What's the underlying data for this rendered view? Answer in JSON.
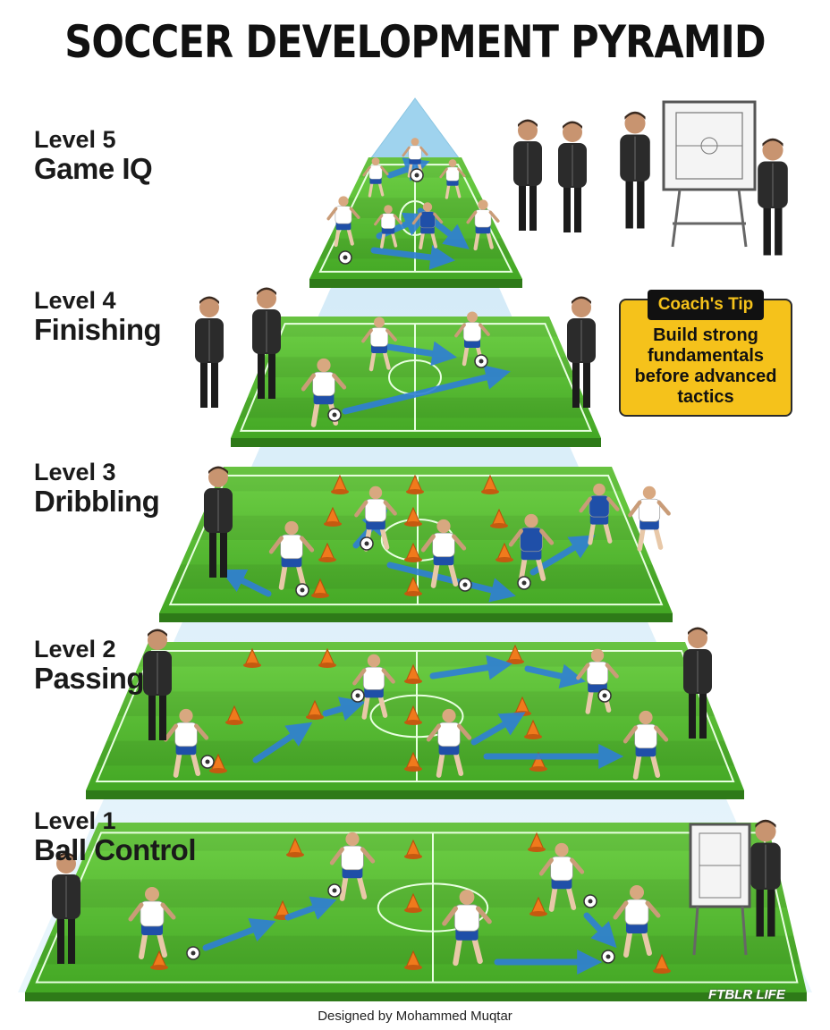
{
  "title": "SOCCER DEVELOPMENT PYRAMID",
  "levels": [
    {
      "number": "Level 5",
      "name": "Game IQ"
    },
    {
      "number": "Level 4",
      "name": "Finishing"
    },
    {
      "number": "Level 3",
      "name": "Dribbling"
    },
    {
      "number": "Level 2",
      "name": "Passing"
    },
    {
      "number": "Level 1",
      "name": "Ball Control"
    }
  ],
  "tip": {
    "heading": "Coach's Tip",
    "body": "Build strong fundamentals before advanced tactics"
  },
  "credit": "Designed by Mohammed Muqtar",
  "watermark": "FTBLR LIFE",
  "colors": {
    "pitch_light": "#5fc63a",
    "pitch_dark": "#3f9e22",
    "arrow": "#2f7fd6",
    "cone": "#f07a1c",
    "kit_white": "#ffffff",
    "kit_blue": "#1f4fa8",
    "coach": "#2b2b2b",
    "tip_bg": "#f5c21b"
  }
}
